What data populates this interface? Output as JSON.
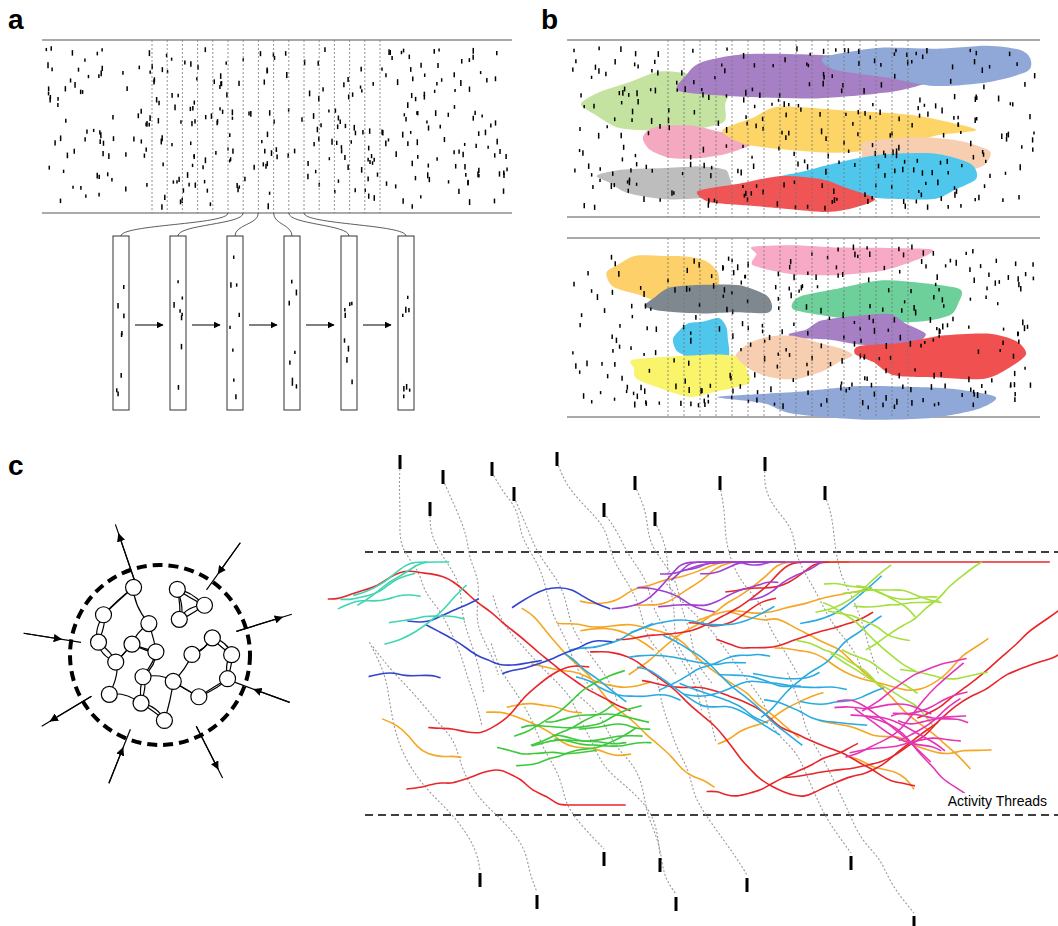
{
  "diagram": {
    "labels": [
      "a",
      "b",
      "c",
      "Activity Threads"
    ]
  }
}
